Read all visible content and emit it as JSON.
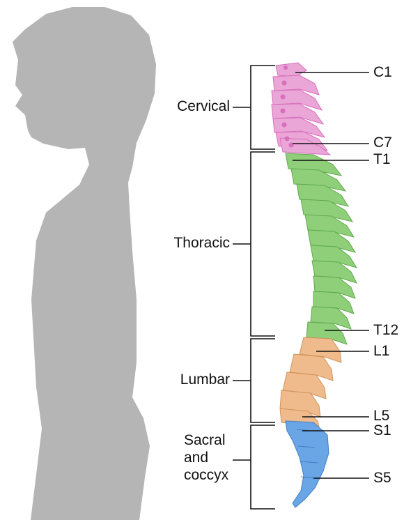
{
  "diagram": {
    "regions": [
      {
        "key": "cervical",
        "label": "Cervical"
      },
      {
        "key": "thoracic",
        "label": "Thoracic"
      },
      {
        "key": "lumbar",
        "label": "Lumbar"
      },
      {
        "key": "sacral",
        "label_lines": [
          "Sacral",
          "and",
          "coccyx"
        ]
      }
    ],
    "vertebra_labels": [
      "C1",
      "C7",
      "T1",
      "T12",
      "L1",
      "L5",
      "S1",
      "S5"
    ],
    "colors": {
      "silhouette": "#b5b5b5",
      "cervical": "#eaa6d6",
      "cervical_dark": "#d86fbd",
      "thoracic": "#8fcf7a",
      "thoracic_dark": "#5faa4c",
      "lumbar": "#efbb8c",
      "lumbar_dark": "#d1935b",
      "sacral": "#6aa6e6",
      "sacral_dark": "#3f7fc4",
      "lines": "#111111"
    }
  }
}
